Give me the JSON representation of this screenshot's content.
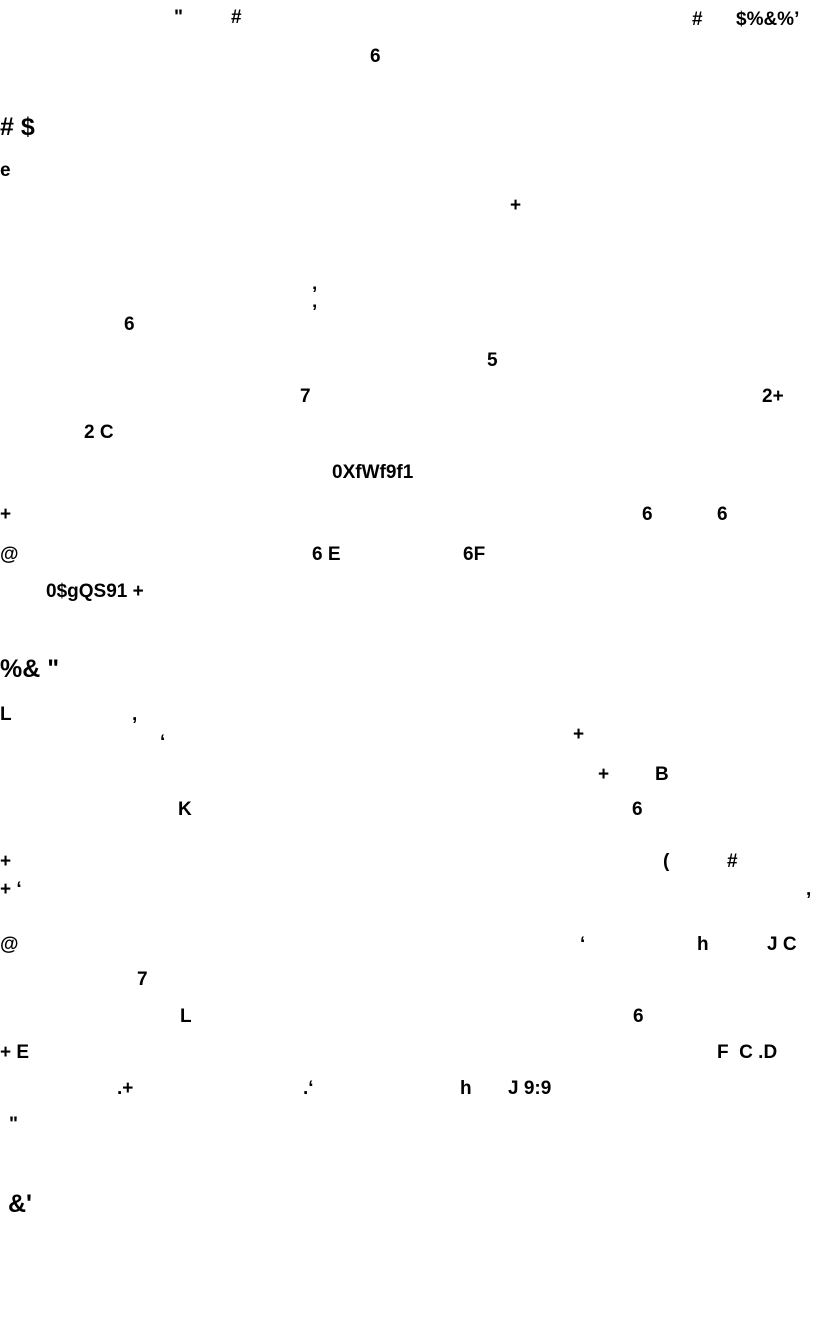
{
  "header": {
    "quote_mark": "\"",
    "hash_left": "#",
    "hash_right": "#",
    "code_right": "$%&%’",
    "page_number": "6"
  },
  "section1": {
    "heading": "# $",
    "lines": {
      "l1_a": "e",
      "l2_a": "+",
      "l3_a": "’",
      "l4_a": "6",
      "l4_b": "’",
      "l5_a": "5",
      "l6_a": "7",
      "l6_b": "2+",
      "l7_a": "2 C",
      "l8_a": "0XfWf9f1",
      "l9_a": "+",
      "l9_b": "6",
      "l9_c": "6",
      "l10_a": "@",
      "l10_b": "6 E",
      "l10_c": "6F",
      "l11_a": "0$gQS91 +"
    }
  },
  "section2": {
    "heading": "%& \"",
    "lines": {
      "l1_a": "L",
      "l1_b": ",",
      "l1_c": "+",
      "l2_a": "‘",
      "l2_b": "+",
      "l2_c": "B",
      "l3_a": "K",
      "l3_b": "6",
      "l4_a": "+",
      "l4_b": "(",
      "l4_c": "#",
      "l5_a": "+ ‘",
      "l5_b": ",",
      "l6_a": "@",
      "l6_b": "‘",
      "l6_c": "h",
      "l6_d": "J C",
      "l7_a": "7",
      "l8_a": "L",
      "l8_b": "6",
      "l9_a": "+ E",
      "l9_b": "F  C .D",
      "l10_a": ".+",
      "l10_b": ".‘",
      "l10_c": "h",
      "l10_d": "J 9:9",
      "l11_a": "\""
    }
  },
  "section3": {
    "heading": "&'"
  }
}
